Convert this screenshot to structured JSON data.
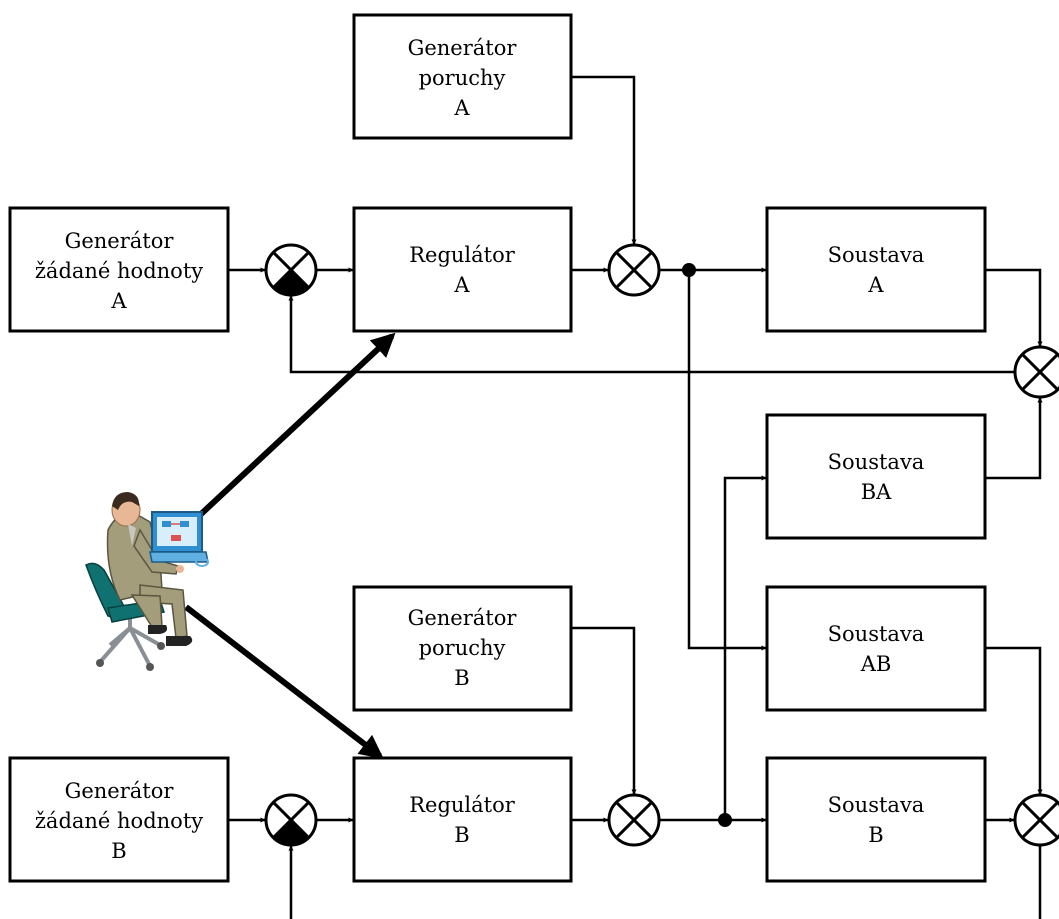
{
  "blocks": {
    "gen_porucha_a": [
      "Generátor",
      "poruchy",
      "A"
    ],
    "gen_zadane_a": [
      "Generátor",
      "žádané hodnoty",
      "A"
    ],
    "regulator_a": [
      "Regulátor",
      "A"
    ],
    "soustava_a": [
      "Soustava",
      "A"
    ],
    "soustava_ba": [
      "Soustava",
      "BA"
    ],
    "soustava_ab": [
      "Soustava",
      "AB"
    ],
    "gen_porucha_b": [
      "Generátor",
      "poruchy",
      "B"
    ],
    "gen_zadane_b": [
      "Generátor",
      "žádané hodnoty",
      "B"
    ],
    "regulator_b": [
      "Regulátor",
      "B"
    ],
    "soustava_b": [
      "Soustava",
      "B"
    ]
  },
  "colors": {
    "line": "#000000",
    "block_fill": "#ffffff",
    "suit": "#a49d7c",
    "chair": "#0f7270",
    "screen": "#2f8fd0"
  },
  "icons": {
    "operator": "person-at-computer-icon",
    "summing_junction": "summing-junction-icon"
  }
}
